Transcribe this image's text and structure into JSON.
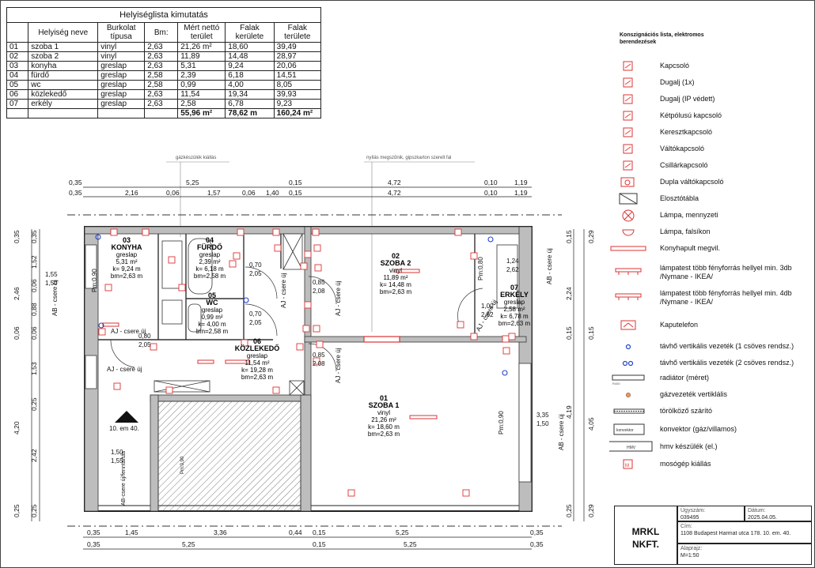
{
  "table": {
    "title": "Helyiséglista  kimutatás",
    "headers": [
      "",
      "Helyiség neve",
      "Burkolat típusa",
      "Bm:",
      "Mért nettó terület",
      "Falak kerülete",
      "Falak területe"
    ],
    "rows": [
      [
        "01",
        "szoba 1",
        "vinyl",
        "2,63",
        "21,26 m²",
        "18,60",
        "39,49"
      ],
      [
        "02",
        "szoba 2",
        "vinyl",
        "2,63",
        "11,89",
        "14,48",
        "28,97"
      ],
      [
        "03",
        "konyha",
        "greslap",
        "2,63",
        "5,31",
        "9,24",
        "20,06"
      ],
      [
        "04",
        "fürdő",
        "greslap",
        "2,58",
        "2,39",
        "6,18",
        "14,51"
      ],
      [
        "05",
        "wc",
        "greslap",
        "2,58",
        "0,99",
        "4,00",
        "8,05"
      ],
      [
        "06",
        "közlekedő",
        "greslap",
        "2,63",
        "11,54",
        "19,34",
        "39,93"
      ],
      [
        "07",
        "erkély",
        "greslap",
        "2,63",
        "2,58",
        "6,78",
        "9,23"
      ]
    ],
    "totals": [
      "",
      "",
      "",
      "",
      "55,96 m²",
      "78,62 m",
      "160,24 m²"
    ]
  },
  "legend": {
    "title": "Konszignációs lista, elektromos berendezések",
    "items": [
      {
        "icon": "kapcsolo-icon",
        "label": "Kapcsoló"
      },
      {
        "icon": "dugalj-icon",
        "label": "Dugalj (1x)"
      },
      {
        "icon": "dugalj-ip-icon",
        "label": "Dugalj (IP védett)"
      },
      {
        "icon": "ketpolusu-kapcsolo-icon",
        "label": "Kétpólusú kapcsoló"
      },
      {
        "icon": "keresztkapcsolo-icon",
        "label": "Keresztkapcsoló"
      },
      {
        "icon": "valtokapcsolo-icon",
        "label": "Váltókapcsoló"
      },
      {
        "icon": "csillarkapcsolo-icon",
        "label": "Csillárkapcsoló"
      },
      {
        "icon": "dupla-valtokapcsolo-icon",
        "label": "Dupla váltókapcsoló"
      },
      {
        "icon": "elosztotabla-icon",
        "label": "Elosztótábla"
      },
      {
        "icon": "lampa-mennyezeti-icon",
        "label": "Lámpa, mennyzeti"
      },
      {
        "icon": "lampa-falsikon-icon",
        "label": "Lámpa, falsíkon"
      },
      {
        "icon": "konyhapult-megvil-icon",
        "label": "Konyhapult megvil."
      },
      {
        "icon": "lampatest-3db-icon",
        "label": "lámpatest több fényforrás hellyel min. 3db /Nymane - IKEA/"
      },
      {
        "icon": "lampatest-4db-icon",
        "label": "lámpatest több fényforrás hellyel min. 4db /Nymane - IKEA/"
      },
      {
        "icon": "kaputelefon-icon",
        "label": "Kaputelefon"
      },
      {
        "icon": "tavho-1-csoves-icon",
        "label": "távhő vertikális vezeték (1 csöves rendsz.)"
      },
      {
        "icon": "tavho-2-csoves-icon",
        "label": "távhő vertikális vezeték (2 csöves rendsz.)"
      },
      {
        "icon": "radiator-icon",
        "label": "radiátor (méret)"
      },
      {
        "icon": "gazvezetek-icon",
        "label": "gázvezeték vertiklális"
      },
      {
        "icon": "torolkozo-szarito-icon",
        "label": "törölköző szárító"
      },
      {
        "icon": "konvektor-icon",
        "label": "konvektor (gáz/villamos)"
      },
      {
        "icon": "hmv-keszulek-icon",
        "label": "hmv készülék (el.)"
      },
      {
        "icon": "mosogep-icon",
        "label": "mosógép kiállás"
      }
    ],
    "radiator_text": "R400",
    "konvektor_text": "konvektor",
    "hmv_text": "HMV"
  },
  "titleblock": {
    "logo_line1": "MRKL",
    "logo_line2": "NKFT.",
    "ugyszam_label": "Ügyszám:",
    "ugyszam": "039495",
    "datum_label": "Dátum:",
    "datum": "2025.04.05.",
    "cim_label": "Cím:",
    "cim": "1108 Budapest Harmat utca 178. 10. em. 40.",
    "alaprajz_label": "Alaprajz:",
    "alaprajz": "M=1:50"
  },
  "plan": {
    "notes": {
      "gaz": "gázkészülék kiállás",
      "nyilas": "nyílás megszűnik, gipszkarton szerelt fal"
    },
    "top_dims_1": [
      "0,35",
      "5,25",
      "0,15",
      "4,72",
      "0,10",
      "1,19"
    ],
    "top_dims_2": [
      "0,35",
      "2,16",
      "0,06",
      "1,57",
      "0,06",
      "1,40",
      "0,15",
      "4,72",
      "0,10",
      "1,19"
    ],
    "bottom_dims_1": [
      "0,35",
      "1,45",
      "3,36",
      "0,44",
      "0,15",
      "5,25",
      "0,35"
    ],
    "bottom_dims_2": [
      "0,35",
      "5,25",
      "0,15",
      "5,25",
      "0,35"
    ],
    "left_dims_1": [
      "0,35",
      "2,46",
      "0,06",
      "4,20",
      "0,25"
    ],
    "left_dims_2": [
      "0,35",
      "1,52",
      "0,06",
      "0,88",
      "0,06",
      "1,53",
      "0,25",
      "2,42",
      "0,25"
    ],
    "right_dims_1": [
      "0,15",
      "2,24",
      "0,15",
      "4,19",
      "0,25"
    ],
    "right_dims_2": [
      "0,29",
      "0,15",
      "4,05",
      "0,29"
    ],
    "rooms": [
      {
        "num": "03",
        "name": "KONYHA",
        "type": "greslap",
        "area": "5,31 m²",
        "k": "k= 9,24 m",
        "bm": "bm=2,63 m"
      },
      {
        "num": "04",
        "name": "FÜRDŐ",
        "type": "greslap",
        "area": "2,39 m²",
        "k": "k= 6,18 m",
        "bm": "bm=2,58 m"
      },
      {
        "num": "05",
        "name": "WC",
        "type": "greslap",
        "area": "0,99 m²",
        "k": "k= 4,00 m",
        "bm": "bm=2,58 m"
      },
      {
        "num": "06",
        "name": "KÖZLEKEDŐ",
        "type": "greslap",
        "area": "11,54 m²",
        "k": "k= 19,28 m",
        "bm": "bm=2,63 m"
      },
      {
        "num": "02",
        "name": "SZOBA 2",
        "type": "vinyl",
        "area": "11,89 m²",
        "k": "k= 14,48 m",
        "bm": "bm=2,63 m"
      },
      {
        "num": "07",
        "name": "ERKÉLY",
        "type": "greslap",
        "area": "2,58 m²",
        "k": "k= 6,78 m",
        "bm": "bm=2,63 m"
      },
      {
        "num": "01",
        "name": "SZOBA 1",
        "type": "vinyl",
        "area": "21,26 m²",
        "k": "k= 18,60 m",
        "bm": "bm=2,63 m"
      }
    ],
    "door_labels": {
      "d1": [
        "0,70",
        "2,05"
      ],
      "d2": [
        "0,70",
        "2,05"
      ],
      "d3": [
        "0,85",
        "2,08"
      ],
      "d4": [
        "0,85",
        "2,08"
      ],
      "d5": [
        "0,80",
        "2,05"
      ],
      "erkely_door": [
        "1,00",
        "2,62"
      ],
      "erkely_win": [
        "1,24",
        "2,62"
      ],
      "win_left": [
        "1,55",
        "1,50"
      ],
      "win_left2": [
        "1,50",
        "1,55"
      ],
      "win_right": [
        "3,35",
        "1,50"
      ]
    },
    "labels": {
      "ab_csere_uj": "AB - csere új",
      "aj_csere_uj": "AJ - csere új",
      "pm_090": "Pm:0,90",
      "pm_080": "Pm:0,80",
      "level": "10. em 40.",
      "ab_fenntartas": "AB-csere új/fenntartás"
    }
  }
}
